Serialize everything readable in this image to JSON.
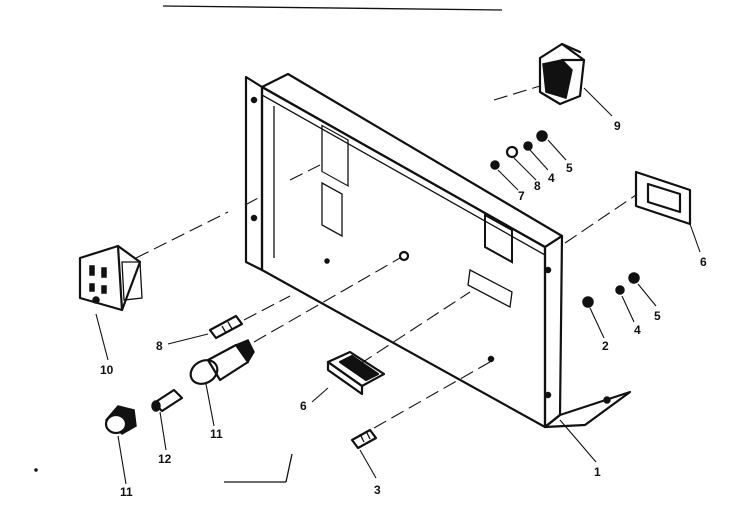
{
  "callouts": {
    "c1": "1",
    "c2": "2",
    "c3": "3",
    "c4a": "4",
    "c4b": "4",
    "c5a": "5",
    "c5b": "5",
    "c6a": "6",
    "c6b": "6",
    "c7": "7",
    "c8a": "8",
    "c8b": "8",
    "c9": "9",
    "c10": "10",
    "c11a": "11",
    "c11b": "11",
    "c12": "12"
  }
}
